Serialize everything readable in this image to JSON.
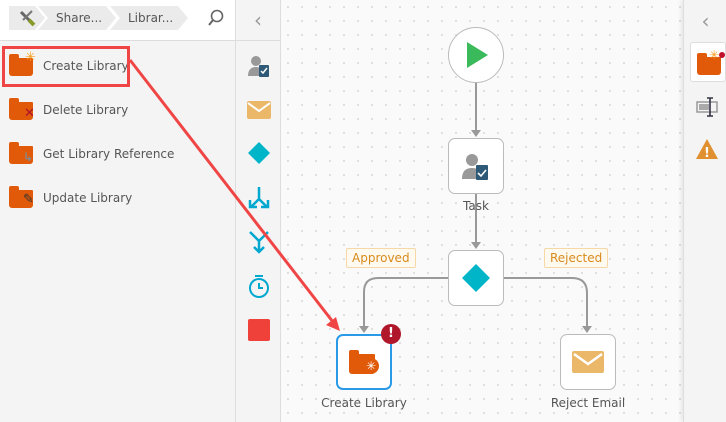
{
  "breadcrumb": {
    "root_icon": "tools-icon",
    "items": [
      "Share...",
      "Librar..."
    ]
  },
  "actions": [
    {
      "label": "Create Library",
      "icon": "create-library-icon"
    },
    {
      "label": "Delete Library",
      "icon": "delete-library-icon"
    },
    {
      "label": "Get Library Reference",
      "icon": "get-library-reference-icon"
    },
    {
      "label": "Update Library",
      "icon": "update-library-icon"
    }
  ],
  "toolbox": [
    "task-icon",
    "email-icon",
    "decision-icon",
    "split-icon",
    "merge-icon",
    "timer-icon",
    "stop-icon"
  ],
  "workflow": {
    "nodes": {
      "task": "Task",
      "create_library": "Create Library",
      "reject_email": "Reject Email"
    },
    "branches": {
      "approved": "Approved",
      "rejected": "Rejected"
    },
    "error_badge": "!"
  },
  "right_panel": [
    "properties-icon",
    "rename-icon",
    "warning-icon"
  ],
  "warning_symbol": "!",
  "colors": {
    "accent": "#00b5c8",
    "folder": "#e05a0a",
    "highlight": "#f04545",
    "selected": "#2a9ae8"
  }
}
